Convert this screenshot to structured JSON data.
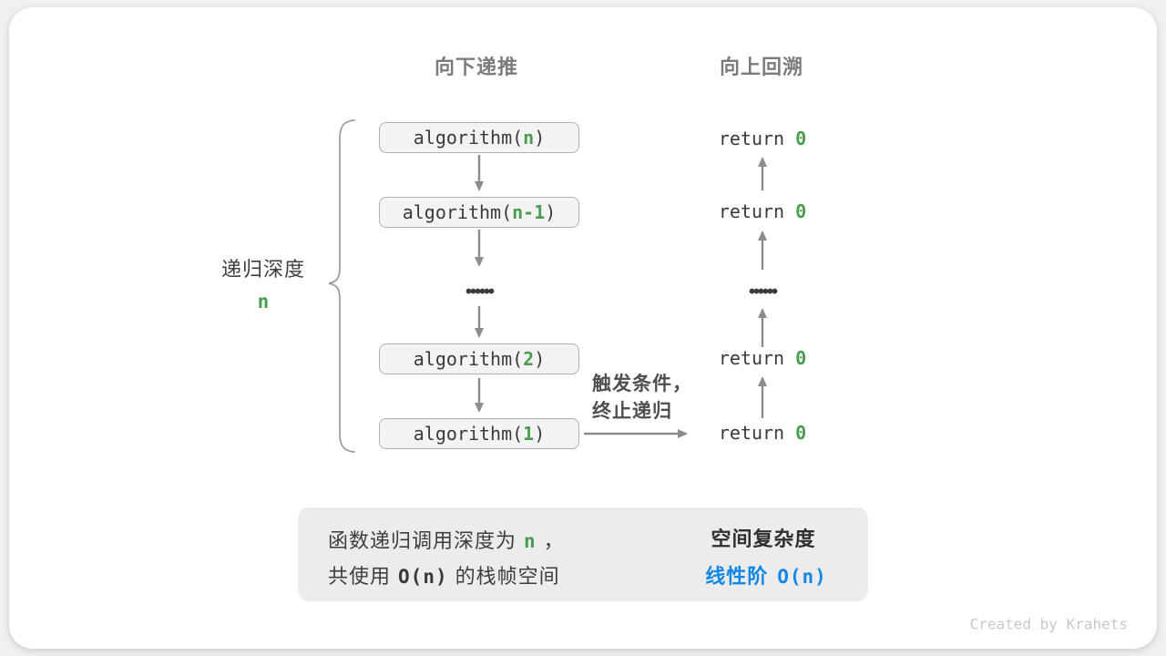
{
  "colors": {
    "green": "#4a9d50",
    "blue": "#1287e5",
    "box_border": "#b0b0b0",
    "box_bg": "#f3f3f3",
    "arrow": "#8c8c8c",
    "text_dark": "#3a3a3a",
    "text_gray": "#7b7b7b",
    "summary_bg": "#ececec"
  },
  "headers": {
    "down": "向下递推",
    "up": "向上回溯"
  },
  "depth_label": {
    "title": "递归深度",
    "value": "n"
  },
  "call_stack": {
    "boxes": [
      {
        "fn": "algorithm(",
        "arg": "n",
        "close": ")"
      },
      {
        "fn": "algorithm(",
        "arg": "n-1",
        "close": ")"
      },
      {
        "fn": "algorithm(",
        "arg": "2",
        "close": ")"
      },
      {
        "fn": "algorithm(",
        "arg": "1",
        "close": ")"
      }
    ],
    "ellipsis": "••••••"
  },
  "returns": {
    "rows": [
      {
        "kw": "return",
        "val": "0"
      },
      {
        "kw": "return",
        "val": "0"
      },
      {
        "kw": "return",
        "val": "0"
      },
      {
        "kw": "return",
        "val": "0"
      }
    ],
    "ellipsis": "••••••"
  },
  "trigger": {
    "line1": "触发条件，",
    "line2": "终止递归"
  },
  "summary": {
    "line1": {
      "prefix": "函数递归调用深度为",
      "var": "n",
      "suffix": "，"
    },
    "line2": {
      "prefix": "共使用",
      "code_open": "O(",
      "var": "n",
      "code_close": ")",
      "suffix": "的栈帧空间"
    },
    "result_title": "空间复杂度",
    "result_prefix": "线性阶",
    "result_code": "O(n)"
  },
  "footer": {
    "credit": "Created by Krahets"
  }
}
